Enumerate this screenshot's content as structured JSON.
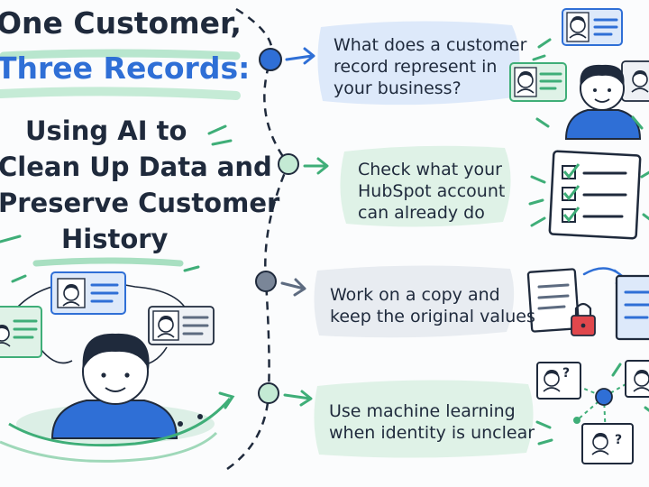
{
  "title": {
    "line1": "One Customer,",
    "line2": "Three Records:",
    "line3": "Using AI to",
    "line4": "Clean Up Data and",
    "line5": "Preserve Customer",
    "line6": "History"
  },
  "steps": [
    {
      "text": "What does a customer\nrecord represent in\nyour business?"
    },
    {
      "text": "Check what your\nHubSpot account\ncan already do"
    },
    {
      "text": "Work on a copy and\nkeep the original values"
    },
    {
      "text": "Use machine learning\nwhen identity is unclear"
    }
  ],
  "colors": {
    "ink": "#1f2a3c",
    "accent_blue": "#2f6fd6",
    "accent_green": "#3fae78",
    "slate": "#5d6b80",
    "bubble_blue": "#dde9fa",
    "bubble_green": "#dff2e7",
    "bubble_gray": "#e8ecf1"
  },
  "icons": [
    "customer-card-icon",
    "person-icon",
    "checklist-icon",
    "document-copy-icon",
    "lock-icon",
    "network-icon",
    "question-mark-icon"
  ]
}
